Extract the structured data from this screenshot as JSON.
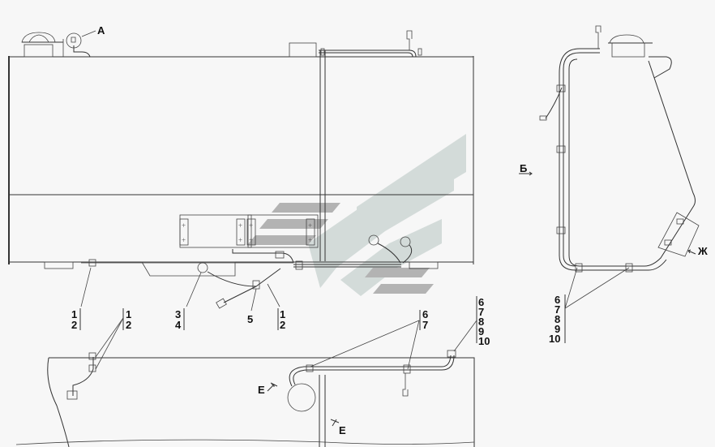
{
  "title": "Fuel tank wiring harness routing diagram",
  "colors": {
    "background": "#f7f7f7",
    "line": "#333333",
    "watermark_light": "#d3dbd9",
    "watermark_dark": "#b3b3b3"
  },
  "watermark": {
    "icon": "logo-watermark-chevron"
  },
  "callouts": {
    "view_a": "A",
    "view_b": "Б",
    "view_zh": "Ж",
    "section_e_top": "E",
    "section_e_bottom": "E",
    "group_left_1": [
      "1",
      "2"
    ],
    "group_left_2": [
      "1",
      "2"
    ],
    "group_34": [
      "3",
      "4"
    ],
    "item_5": "5",
    "group_mid_12": [
      "1",
      "2"
    ],
    "group_67": [
      "6",
      "7"
    ],
    "group_6_10_top": [
      "6",
      "7",
      "8",
      "9",
      "10"
    ],
    "group_6_10_side": [
      "6",
      "7",
      "8",
      "9",
      "10"
    ]
  }
}
